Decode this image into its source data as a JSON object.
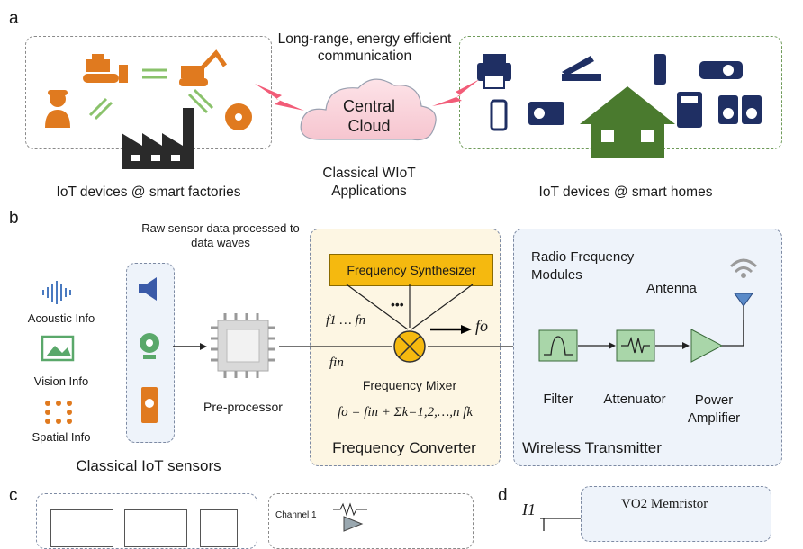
{
  "panels": {
    "a": "a",
    "b": "b",
    "c": "c",
    "d": "d"
  },
  "panel_a": {
    "communication": "Long-range, energy efficient communication",
    "cloud_label": "Central Cloud",
    "factories_caption": "IoT devices @ smart factories",
    "center_caption": "Classical WIoT Applications",
    "homes_caption": "IoT devices @ smart homes"
  },
  "panel_b": {
    "raw_sensor": "Raw sensor data processed to data waves",
    "acoustic": "Acoustic Info",
    "vision": "Vision Info",
    "spatial": "Spatial Info",
    "sensors_caption": "Classical IoT sensors",
    "preprocessor": "Pre-processor",
    "freq_synth": "Frequency Synthesizer",
    "dots": "•••",
    "f1fn": "f1 … fn",
    "fin": "fin",
    "fo": "fo",
    "mixer": "Frequency Mixer",
    "formula": "fo = fin + Σk=1,2,…,n fk",
    "converter": "Frequency Converter",
    "rf_modules": "Radio Frequency Modules",
    "antenna": "Antenna",
    "filter": "Filter",
    "attenuator": "Attenuator",
    "power_amp": "Power Amplifier",
    "transmitter": "Wireless Transmitter"
  },
  "panel_c": {
    "channel": "Channel 1"
  },
  "panel_d": {
    "i1": "I1",
    "memristor": "VO2 Memristor"
  },
  "colors": {
    "navy": "#1f2f63",
    "orange": "#e07a1f",
    "green": "#4a7a2e",
    "gold": "#f2b705",
    "teal": "#5aa86a"
  }
}
